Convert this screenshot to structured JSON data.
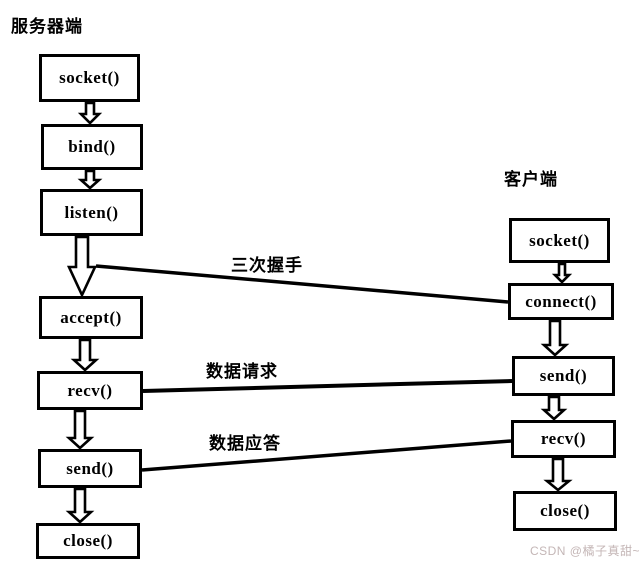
{
  "page": {
    "background_color": "#ffffff",
    "ink_color": "#000000"
  },
  "server": {
    "title": "服务器端",
    "boxes": [
      {
        "label": "socket()"
      },
      {
        "label": "bind()"
      },
      {
        "label": "listen()"
      },
      {
        "label": "accept()"
      },
      {
        "label": "recv()"
      },
      {
        "label": "send()"
      },
      {
        "label": "close()"
      }
    ]
  },
  "client": {
    "title": "客户端",
    "boxes": [
      {
        "label": "socket()"
      },
      {
        "label": "connect()"
      },
      {
        "label": "send()"
      },
      {
        "label": "recv()"
      },
      {
        "label": "close()"
      }
    ]
  },
  "connections": [
    {
      "label": "三次握手",
      "from": "server listen()/accept()",
      "to": "client connect()"
    },
    {
      "label": "数据请求",
      "from": "client send()",
      "to": "server recv()"
    },
    {
      "label": "数据应答",
      "from": "server send()",
      "to": "client recv()"
    }
  ],
  "watermark": {
    "text": "CSDN @橘子真甜~",
    "color": "#c4b6b6"
  }
}
